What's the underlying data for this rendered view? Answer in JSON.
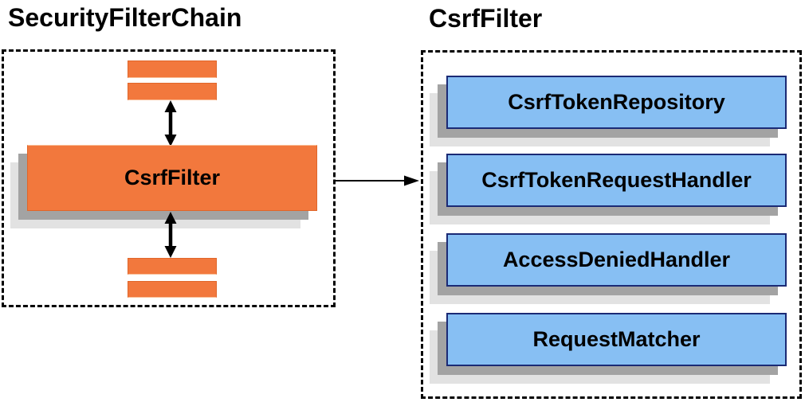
{
  "left_panel": {
    "title": "SecurityFilterChain",
    "csrf_filter_label": "CsrfFilter"
  },
  "right_panel": {
    "title": "CsrfFilter",
    "components": [
      "CsrfTokenRepository",
      "CsrfTokenRequestHandler",
      "AccessDeniedHandler",
      "RequestMatcher"
    ]
  },
  "icons": {
    "vertical_double_arrow": "bidirectional-arrow",
    "horizontal_arrow": "right-arrow"
  },
  "colors": {
    "node_orange": "#F2783D",
    "node_orange_border": "#E0662A",
    "component_blue": "#87BFF3",
    "component_blue_border": "#1B2A75",
    "shadow_dark": "#A3A3A3",
    "shadow_light": "#E2E2E2",
    "line_black": "#000000"
  }
}
